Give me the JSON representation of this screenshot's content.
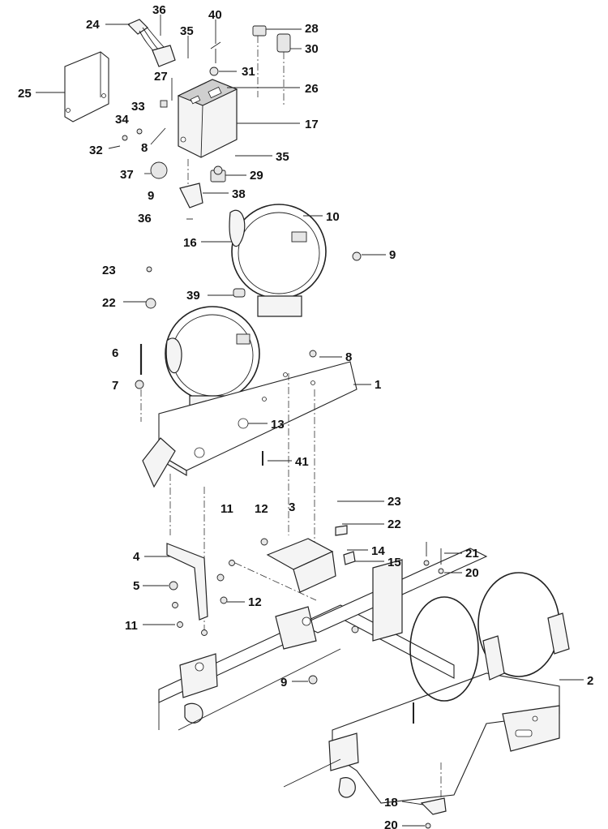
{
  "callouts": [
    {
      "id": "c24",
      "text": "24"
    },
    {
      "id": "c36a",
      "text": "36"
    },
    {
      "id": "c40",
      "text": "40"
    },
    {
      "id": "c35a",
      "text": "35"
    },
    {
      "id": "c28",
      "text": "28"
    },
    {
      "id": "c30",
      "text": "30"
    },
    {
      "id": "c25",
      "text": "25"
    },
    {
      "id": "c27",
      "text": "27"
    },
    {
      "id": "c31",
      "text": "31"
    },
    {
      "id": "c26",
      "text": "26"
    },
    {
      "id": "c33",
      "text": "33"
    },
    {
      "id": "c34",
      "text": "34"
    },
    {
      "id": "c17",
      "text": "17"
    },
    {
      "id": "c8a",
      "text": "8"
    },
    {
      "id": "c32",
      "text": "32"
    },
    {
      "id": "c35b",
      "text": "35"
    },
    {
      "id": "c37",
      "text": "37"
    },
    {
      "id": "c29",
      "text": "29"
    },
    {
      "id": "c9a",
      "text": "9"
    },
    {
      "id": "c38",
      "text": "38"
    },
    {
      "id": "c36b",
      "text": "36"
    },
    {
      "id": "c10",
      "text": "10"
    },
    {
      "id": "c16",
      "text": "16"
    },
    {
      "id": "c9b",
      "text": "9"
    },
    {
      "id": "c23a",
      "text": "23"
    },
    {
      "id": "c39",
      "text": "39"
    },
    {
      "id": "c22a",
      "text": "22"
    },
    {
      "id": "c6",
      "text": "6"
    },
    {
      "id": "c8b",
      "text": "8"
    },
    {
      "id": "c7",
      "text": "7"
    },
    {
      "id": "c1",
      "text": "1"
    },
    {
      "id": "c13",
      "text": "13"
    },
    {
      "id": "c41",
      "text": "41"
    },
    {
      "id": "c23b",
      "text": "23"
    },
    {
      "id": "c11a",
      "text": "11"
    },
    {
      "id": "c12a",
      "text": "12"
    },
    {
      "id": "c3",
      "text": "3"
    },
    {
      "id": "c22b",
      "text": "22"
    },
    {
      "id": "c4",
      "text": "4"
    },
    {
      "id": "c14",
      "text": "14"
    },
    {
      "id": "c21",
      "text": "21"
    },
    {
      "id": "c15",
      "text": "15"
    },
    {
      "id": "c20a",
      "text": "20"
    },
    {
      "id": "c5",
      "text": "5"
    },
    {
      "id": "c12b",
      "text": "12"
    },
    {
      "id": "c11b",
      "text": "11"
    },
    {
      "id": "c2",
      "text": "2"
    },
    {
      "id": "c9c",
      "text": "9"
    },
    {
      "id": "c18",
      "text": "18"
    },
    {
      "id": "c20b",
      "text": "20"
    }
  ]
}
